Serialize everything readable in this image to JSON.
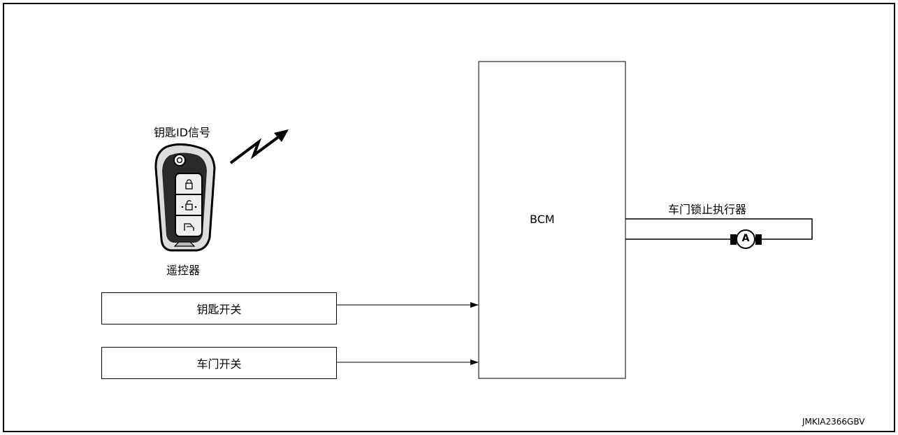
{
  "diagram": {
    "remote_signal_label": "钥匙ID信号",
    "remote_label": "遥控器",
    "bcm_label": "BCM",
    "key_switch_label": "钥匙开关",
    "door_switch_label": "车门开关",
    "actuator_label": "车门锁止执行器",
    "motor_symbol": "A",
    "figure_code": "JMKIA2366GBV"
  }
}
